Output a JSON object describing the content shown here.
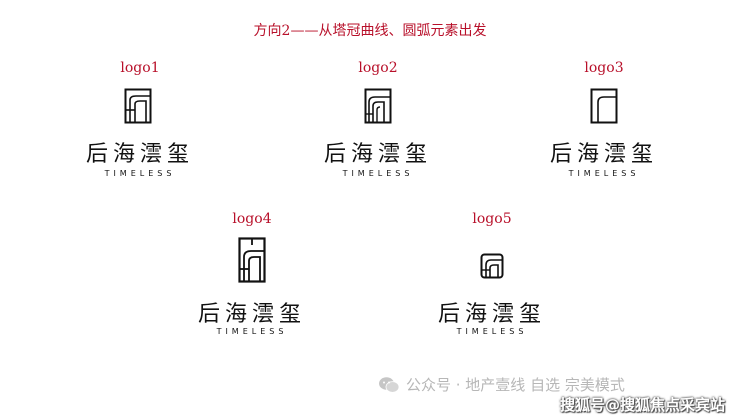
{
  "heading": "方向2——从塔冠曲线、圆弧元素出发",
  "brand_name": "后海澐玺",
  "brand_sub": "TIMELESS",
  "logos": [
    {
      "label": "logo1"
    },
    {
      "label": "logo2"
    },
    {
      "label": "logo3"
    },
    {
      "label": "logo4"
    },
    {
      "label": "logo5"
    }
  ],
  "watermark": {
    "line1": "公众号 · 地产壹线 自选 宗美模式",
    "line2": "搜狐号@搜狐焦点采宾站"
  },
  "colors": {
    "accent": "#b8102a",
    "ink": "#111111",
    "watermark": "#b7b7b7"
  }
}
